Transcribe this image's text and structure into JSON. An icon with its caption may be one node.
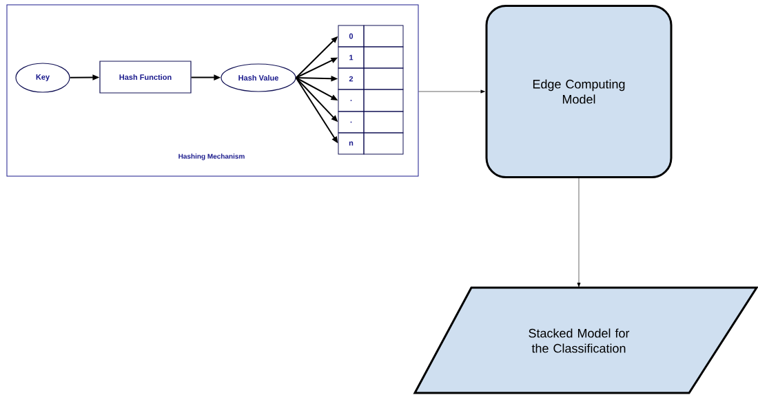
{
  "diagram": {
    "nodes": [
      {
        "text": [
          "Hashing Mechanism"
        ]
      },
      {
        "text": [
          "Key"
        ],
        "in": 0
      },
      {
        "text": [
          "Hash Function"
        ],
        "in": 0
      },
      {
        "text": [
          "Hash Value"
        ],
        "in": 0
      },
      {
        "text": [
          "0"
        ],
        "in": 0
      },
      {
        "text": [],
        "shape": "box",
        "in": 0
      },
      {
        "text": [
          "1"
        ],
        "in": 0
      },
      {
        "text": [],
        "shape": "box",
        "in": 0
      },
      {
        "text": [
          "2"
        ],
        "in": 0
      },
      {
        "text": [],
        "shape": "box",
        "in": 0
      },
      {
        "text": [
          "."
        ],
        "in": 0
      },
      {
        "text": [],
        "shape": "box",
        "in": 0
      },
      {
        "text": [
          "."
        ],
        "in": 0
      },
      {
        "text": [],
        "shape": "box",
        "in": 0
      },
      {
        "text": [
          "n"
        ],
        "in": 0
      },
      {
        "text": [],
        "shape": "box",
        "in": 0
      },
      {
        "text": [
          "Edge Computing Model"
        ]
      },
      {
        "text": [
          "Stacked Model for the Classification"
        ]
      }
    ],
    "edges": [
      {
        "from": 1,
        "to": 2,
        "arrow": "to"
      },
      {
        "from": 2,
        "to": 3,
        "arrow": "to"
      },
      {
        "from": 3,
        "to": 4,
        "arrow": "to"
      },
      {
        "from": 3,
        "to": 6,
        "arrow": "to"
      },
      {
        "from": 3,
        "to": 8,
        "arrow": "to"
      },
      {
        "from": 3,
        "to": 10,
        "arrow": "to"
      },
      {
        "from": 3,
        "to": 12,
        "arrow": "to"
      },
      {
        "from": 3,
        "to": 14,
        "arrow": "to"
      },
      {
        "from": 0,
        "to": 16,
        "arrow": "to"
      },
      {
        "from": 16,
        "to": 17,
        "arrow": "to"
      }
    ]
  }
}
